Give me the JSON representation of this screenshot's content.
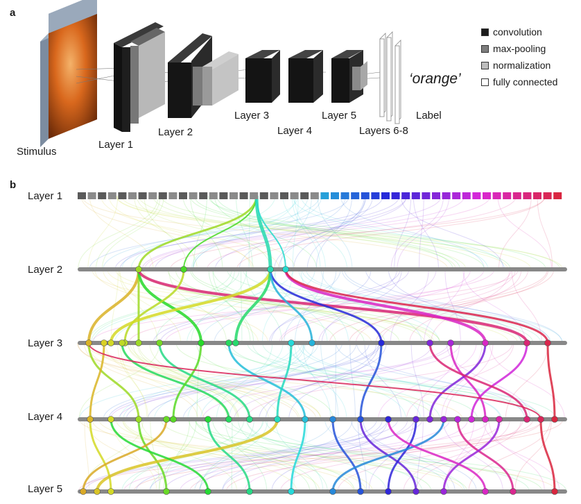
{
  "panel_a": {
    "letter": "a",
    "stage_labels": {
      "stimulus": "Stimulus",
      "layer1": "Layer 1",
      "layer2": "Layer 2",
      "layer3": "Layer 3",
      "layer4": "Layer 4",
      "layer5": "Layer 5",
      "layers68": "Layers 6-8",
      "label": "Label",
      "output": "‘orange’"
    },
    "legend": [
      {
        "label": "convolution",
        "color": "#1c1c1c"
      },
      {
        "label": "max-pooling",
        "color": "#7d7d7d"
      },
      {
        "label": "normalization",
        "color": "#bdbdbd"
      },
      {
        "label": "fully connected",
        "color": "#ffffff"
      }
    ]
  },
  "panel_b": {
    "letter": "b",
    "rows": [
      "Layer 1",
      "Layer 2",
      "Layer 3",
      "Layer 4",
      "Layer 5"
    ]
  }
}
